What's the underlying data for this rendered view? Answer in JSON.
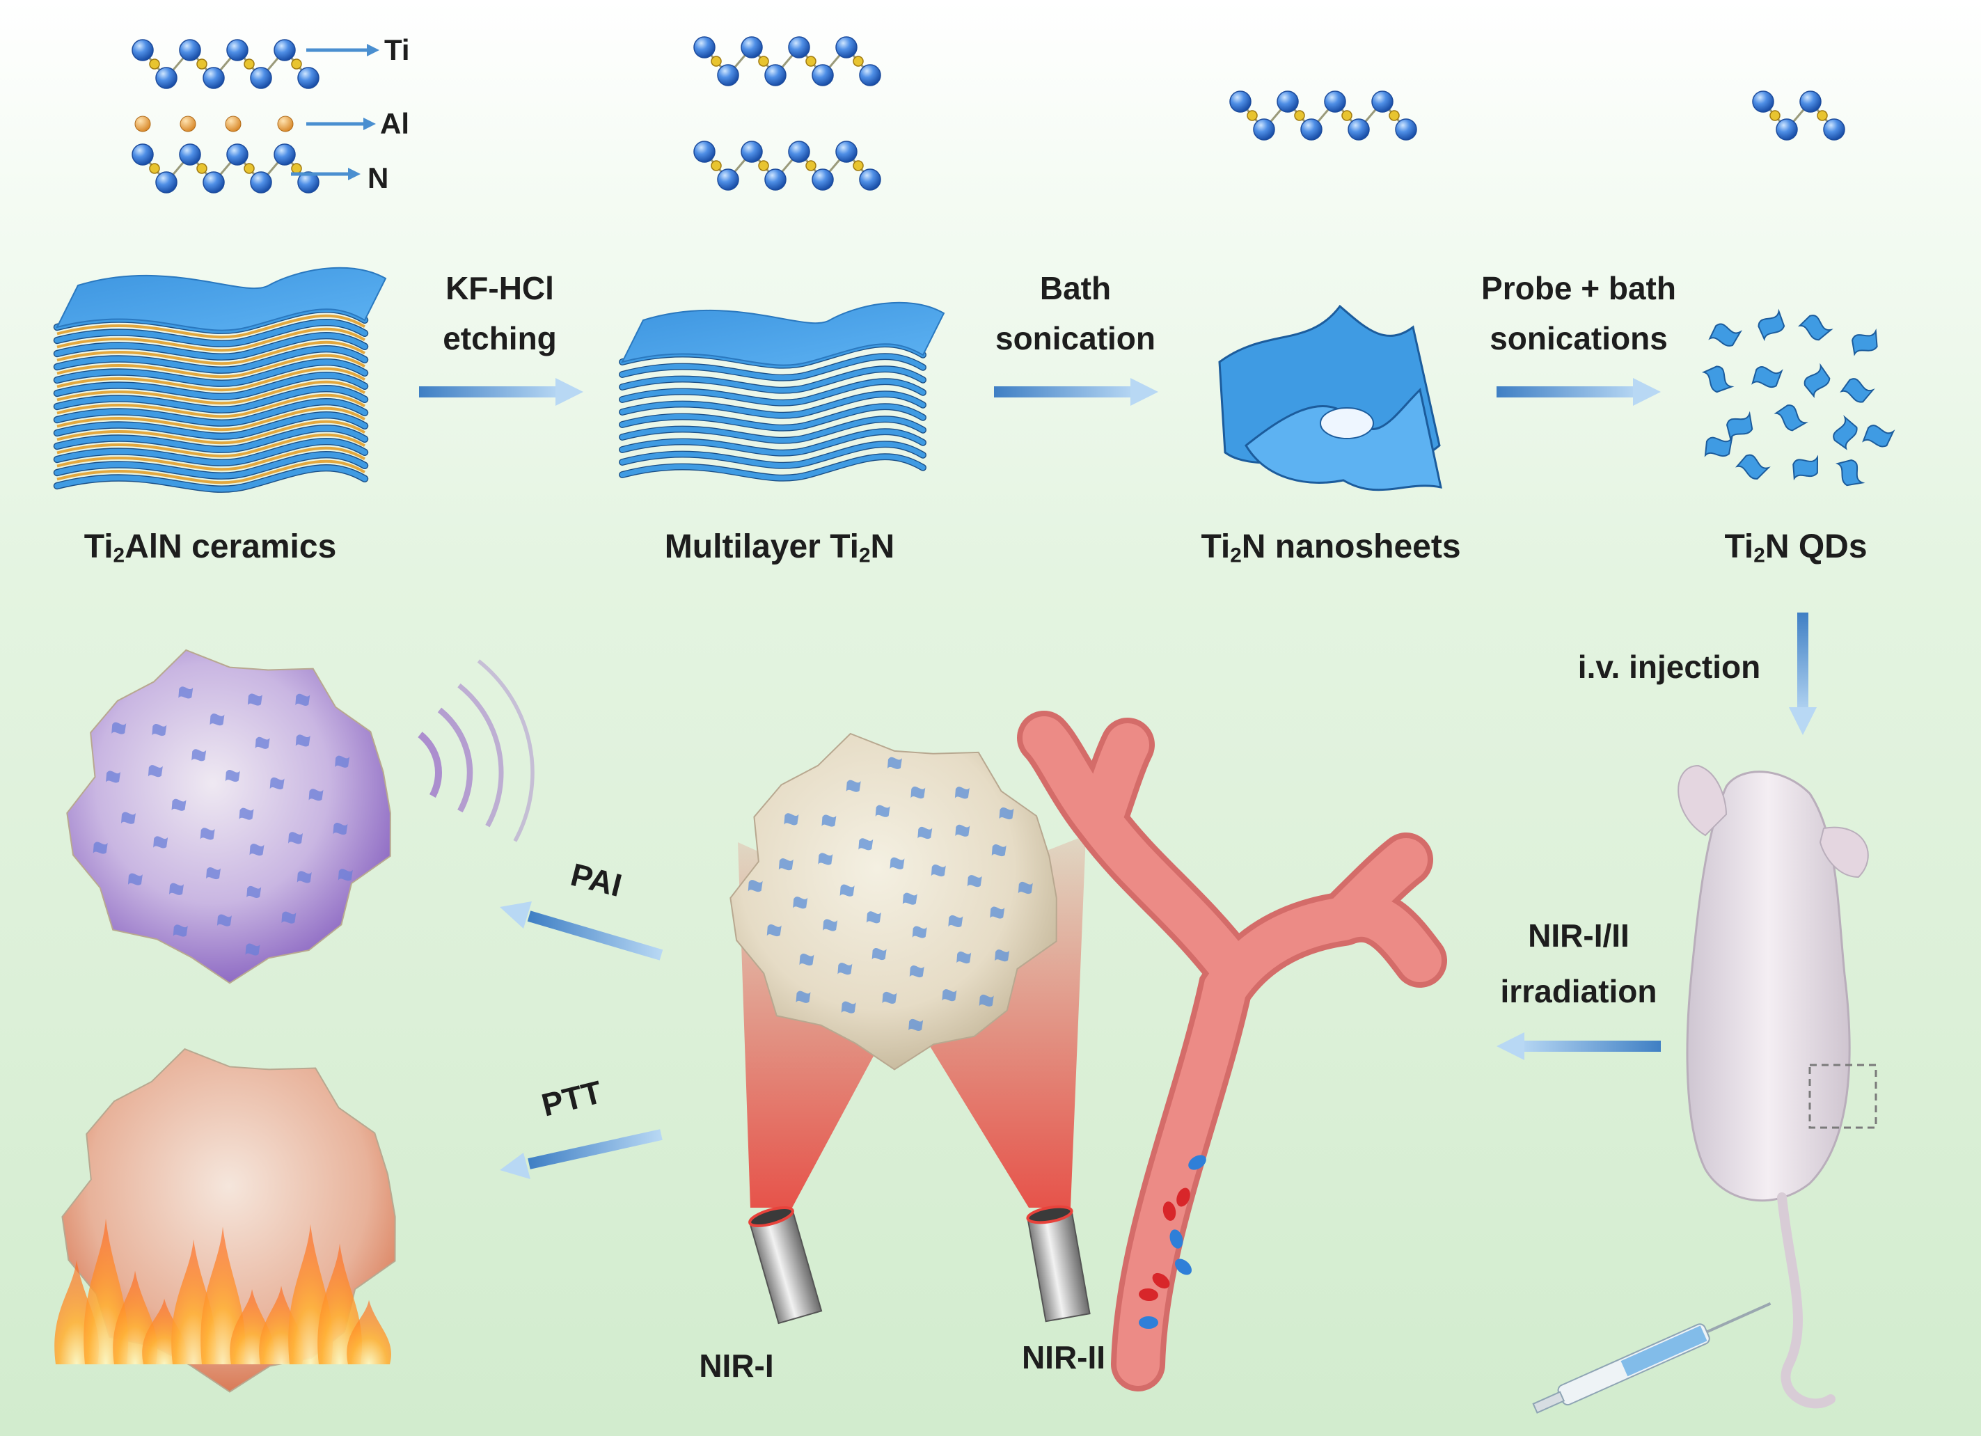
{
  "legend": {
    "ti": "Ti",
    "al": "Al",
    "n": "N"
  },
  "stages": {
    "ceramics": {
      "pre": "Ti",
      "sub": "2",
      "post": "AlN ceramics"
    },
    "multilayer": {
      "pre": "Multilayer Ti",
      "sub": "2",
      "post": "N"
    },
    "nanosheets": {
      "pre": "Ti",
      "sub": "2",
      "post": "N nanosheets"
    },
    "qds": {
      "pre": "Ti",
      "sub": "2",
      "post": "N QDs"
    }
  },
  "steps": {
    "etching_1": "KF-HCl",
    "etching_2": "etching",
    "bath_1": "Bath",
    "bath_2": "sonication",
    "probe_1": "Probe + bath",
    "probe_2": "sonications",
    "injection": "i.v. injection",
    "irradiation_1": "NIR-I/II",
    "irradiation_2": "irradiation",
    "pai": "PAI",
    "ptt": "PTT",
    "nir1": "NIR-I",
    "nir2": "NIR-II"
  },
  "colors": {
    "sheet_blue": "#3f9be3",
    "aluminum_gold": "#e2a840",
    "atom_blue": "#2f6fd1",
    "arrow_blue": "#4a8fd0",
    "vessel_pink": "#ec8b86",
    "laser_red": "#e8423b"
  }
}
